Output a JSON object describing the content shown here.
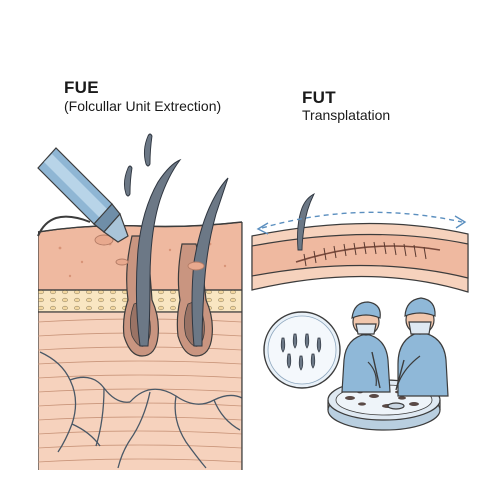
{
  "fue": {
    "title": "FUE",
    "subtitle": "(Folcullar Unit Extrection)"
  },
  "fut": {
    "title": "FUT",
    "subtitle": "Transplatation"
  },
  "colors": {
    "skin_top": "#efb9a0",
    "skin_mid": "#f6d2bd",
    "fat_layer": "#f9e6c2",
    "hair": "#6c7886",
    "tool": "#8fb6d4",
    "scrubs": "#8fb8d8",
    "outline": "#3c3c3c",
    "arrow": "#5b8fbf"
  },
  "icons": [
    "extraction-tool-icon",
    "hair-follicle-icon",
    "surgeon-icon",
    "magnifier-icon",
    "surgical-tray-icon"
  ]
}
